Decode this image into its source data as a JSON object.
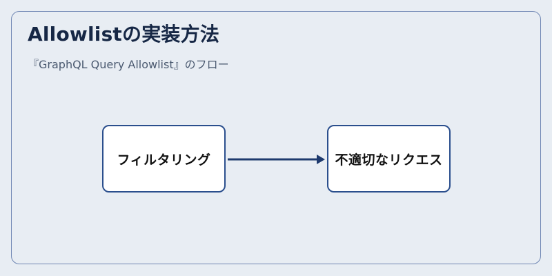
{
  "diagram": {
    "title": "Allowlistの実装方法",
    "subtitle": "『GraphQL Query Allowlist』のフロー",
    "nodes": [
      {
        "id": "filtering",
        "label": "フィルタリング"
      },
      {
        "id": "inappropriate-request",
        "label": "不適切なリクエス"
      }
    ],
    "edges": [
      {
        "from": "filtering",
        "to": "inappropriate-request"
      }
    ],
    "colors": {
      "background": "#e8edf3",
      "frame_border": "#6f86b3",
      "node_border": "#2b4f8d",
      "arrow": "#1e3a6e",
      "title": "#162745"
    }
  }
}
